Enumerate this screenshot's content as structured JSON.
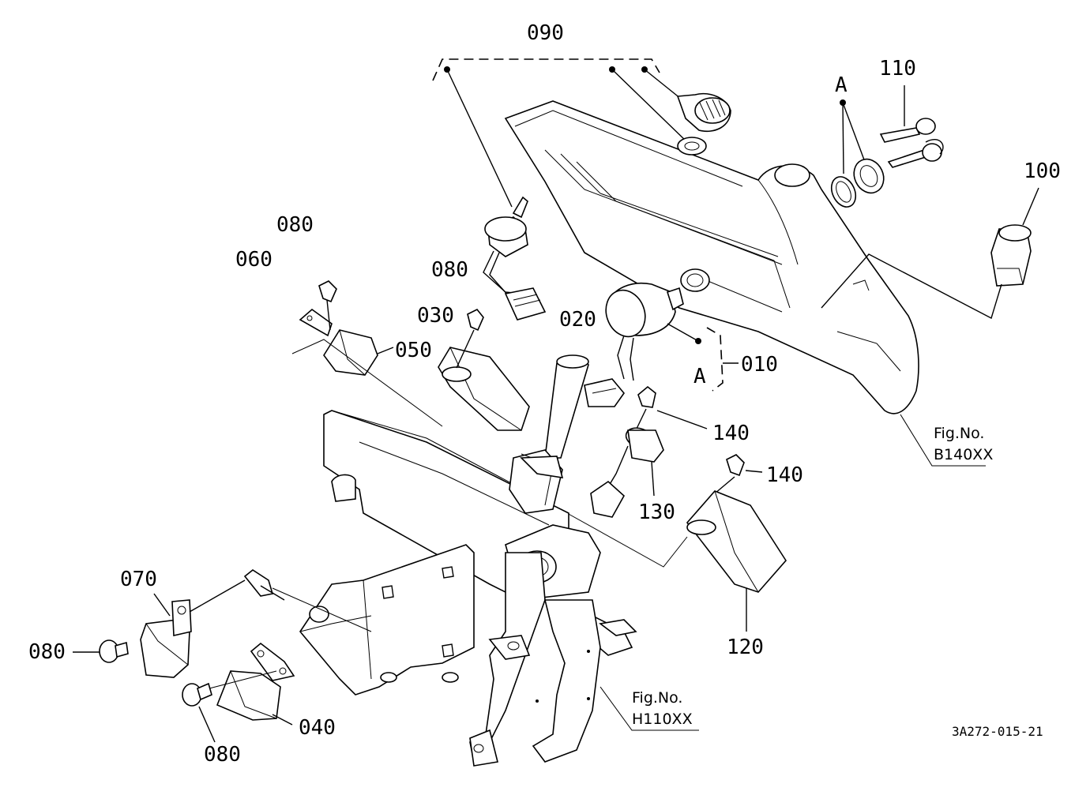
{
  "diagram": {
    "doc_id": "3A272-015-21",
    "callouts": {
      "c090": "090",
      "c110": "110",
      "cA_top": "A",
      "c100": "100",
      "c080_a": "080",
      "c060": "060",
      "c080_b": "080",
      "c030": "030",
      "c050": "050",
      "c020": "020",
      "c010": "010",
      "cA_mid": "A",
      "c140_a": "140",
      "c140_b": "140",
      "c130": "130",
      "c070": "070",
      "c080_c": "080",
      "c080_d": "080",
      "c040": "040",
      "c120": "120"
    },
    "figure_refs": {
      "fig1_label": "Fig.No.",
      "fig1_code": "B140XX",
      "fig2_label": "Fig.No.",
      "fig2_code": "H110XX"
    }
  }
}
